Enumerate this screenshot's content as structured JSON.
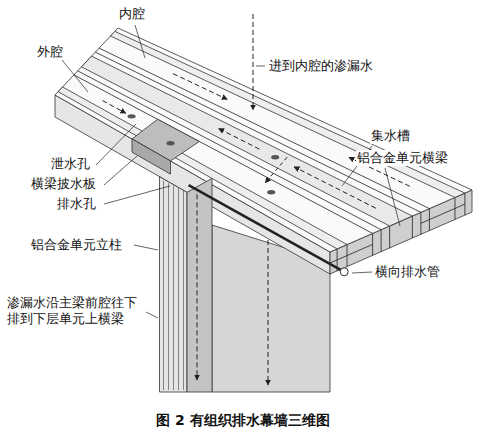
{
  "diagram": {
    "caption": "图 2 有组织排水幕墙三维图",
    "labels": [
      "内腔",
      "进到内腔的渗漏水",
      "外腔",
      "集水槽",
      "铝合金单元横梁",
      "泄水孔",
      "横梁披水板",
      "排水孔",
      "铝合金单元立柱",
      "渗漏水沿主梁前腔往下 排到下层单元上横梁",
      "横向排水管"
    ]
  }
}
